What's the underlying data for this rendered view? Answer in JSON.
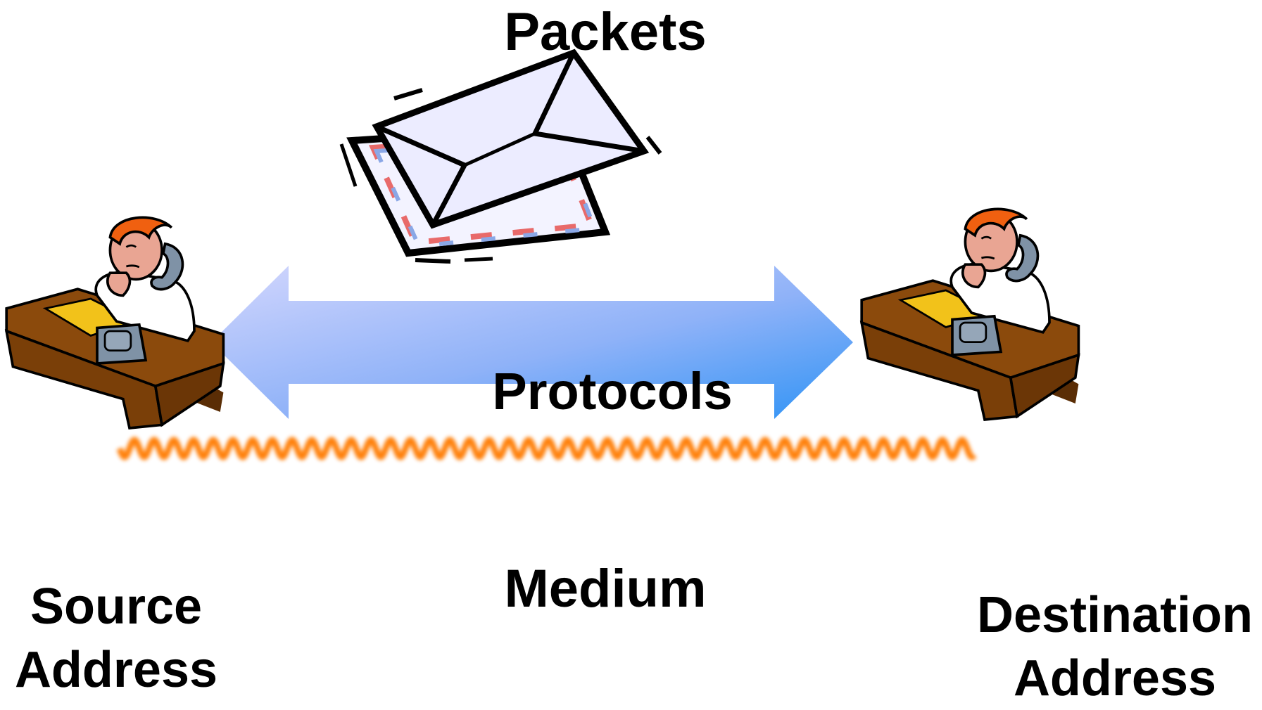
{
  "labels": {
    "packets": "Packets",
    "protocols": "Protocols",
    "medium": "Medium",
    "source_line1": "Source",
    "source_line2": "Address",
    "destination_line1": "Destination",
    "destination_line2": "Address"
  },
  "colors": {
    "arrow_light": "#c6cdfb",
    "arrow_dark": "#3d9bf6",
    "medium_wave": "#ff7a00",
    "desk": "#8b4a0c",
    "desk_top_paper": "#f2c21a",
    "hair": "#f06010",
    "skin": "#e9a593",
    "phone": "#7f92a6",
    "envelope": "#e9e9ff"
  },
  "icons": [
    "envelopes-icon",
    "person-at-desk-on-phone-icon",
    "double-headed-arrow",
    "wavy-line-medium"
  ]
}
